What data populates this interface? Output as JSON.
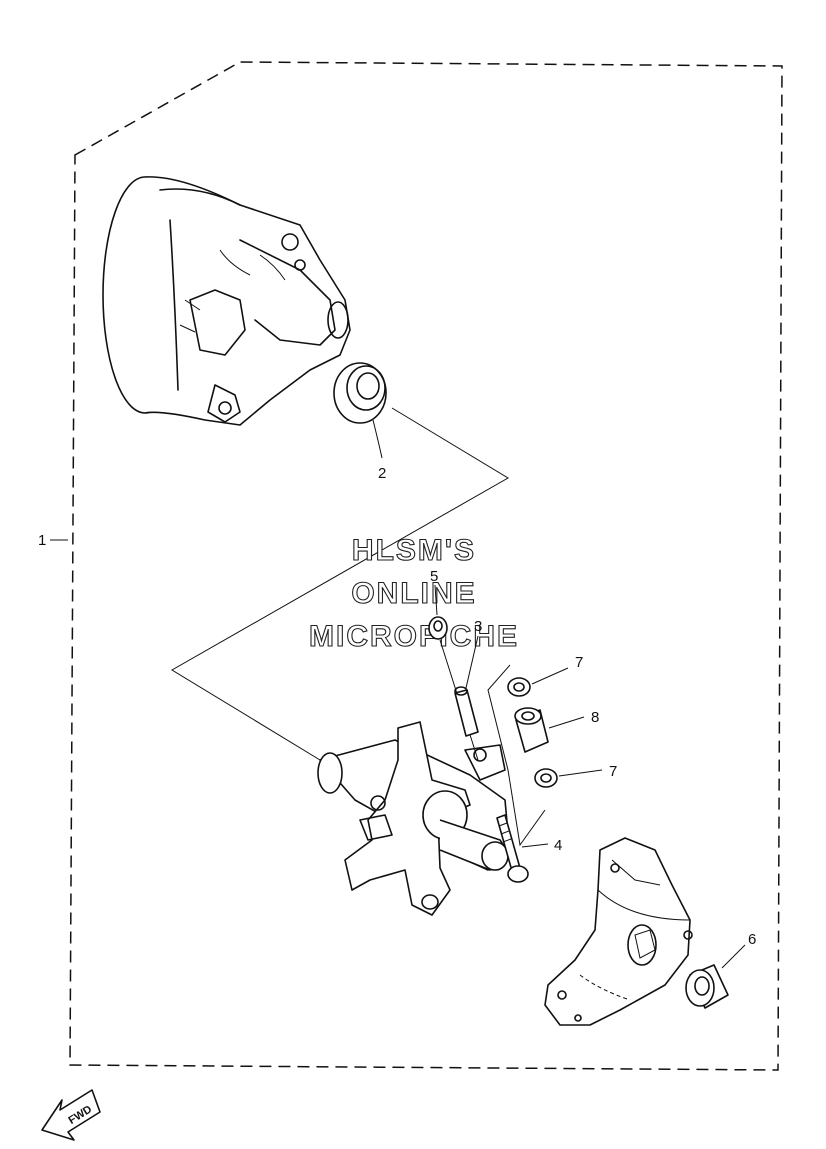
{
  "watermark": {
    "line1": "HLSM'S",
    "line2": "ONLINE",
    "line3": "MICROFICHE"
  },
  "direction_label": "FWD",
  "callouts": {
    "c1": "1",
    "c2": "2",
    "c3": "3",
    "c4": "4",
    "c5": "5",
    "c6": "6",
    "c7a": "7",
    "c7b": "7",
    "c8": "8"
  }
}
